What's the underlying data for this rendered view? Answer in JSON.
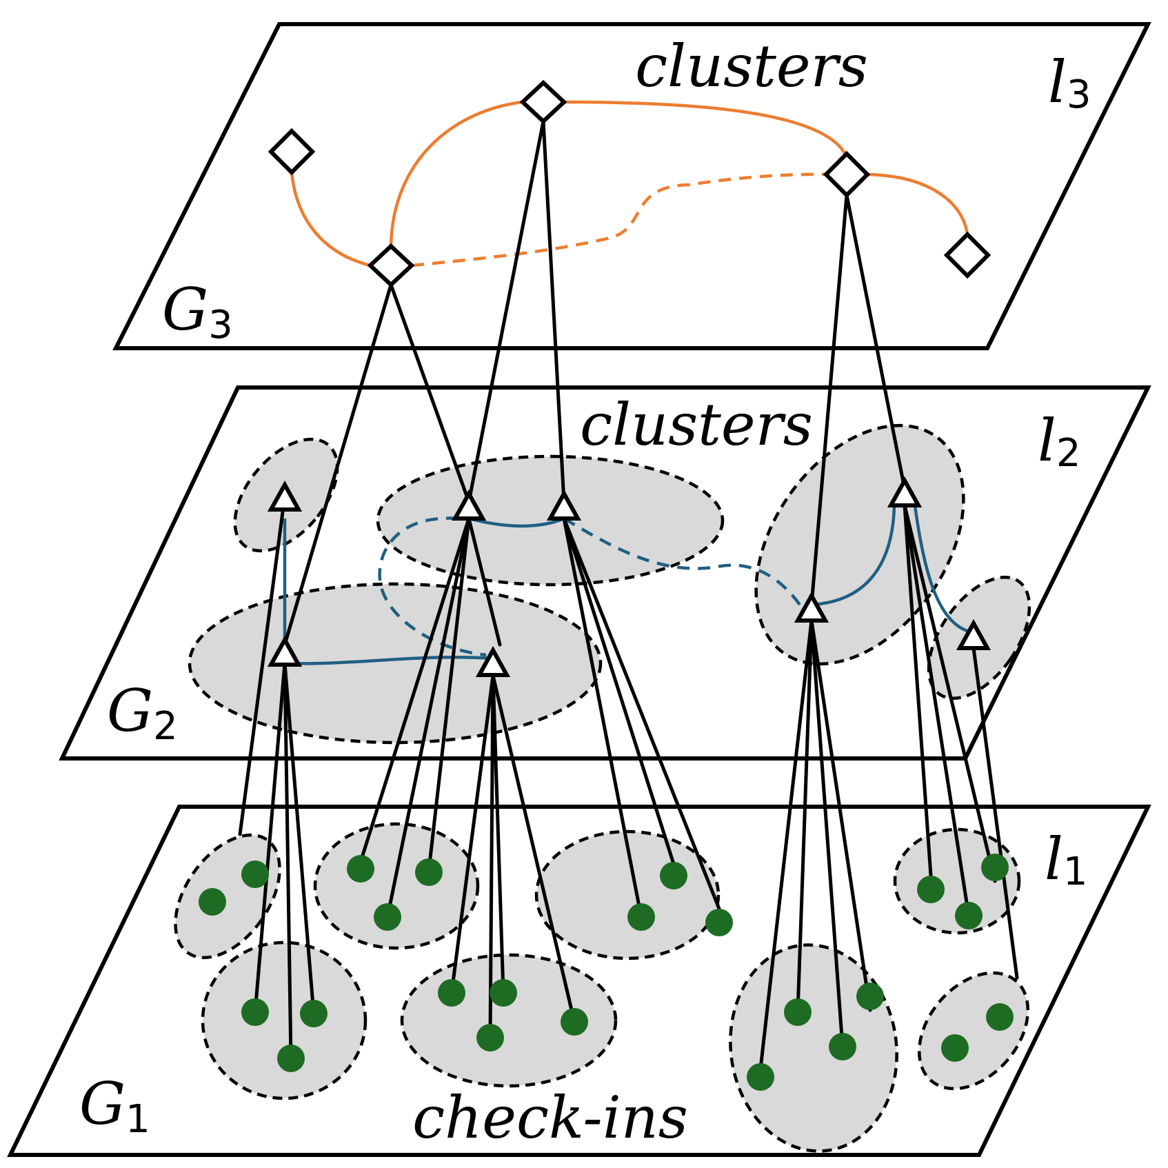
{
  "layers": [
    {
      "id": "l3",
      "level_label": "l",
      "level_sub": "3",
      "graph_label": "G",
      "graph_sub": "3",
      "title": "clusters"
    },
    {
      "id": "l2",
      "level_label": "l",
      "level_sub": "2",
      "graph_label": "G",
      "graph_sub": "2",
      "title": "clusters"
    },
    {
      "id": "l1",
      "level_label": "l",
      "level_sub": "1",
      "graph_label": "G",
      "graph_sub": "1",
      "title": "check-ins"
    }
  ],
  "colors": {
    "layer3_edges": "#ed7d31",
    "layer2_edges": "#1f5f82",
    "check_in_nodes": "#1e6b23",
    "cluster_fill": "#d9d9d9"
  },
  "node_shapes": {
    "layer3": "diamond-node",
    "layer2": "triangle-node",
    "layer1": "dot-node"
  }
}
